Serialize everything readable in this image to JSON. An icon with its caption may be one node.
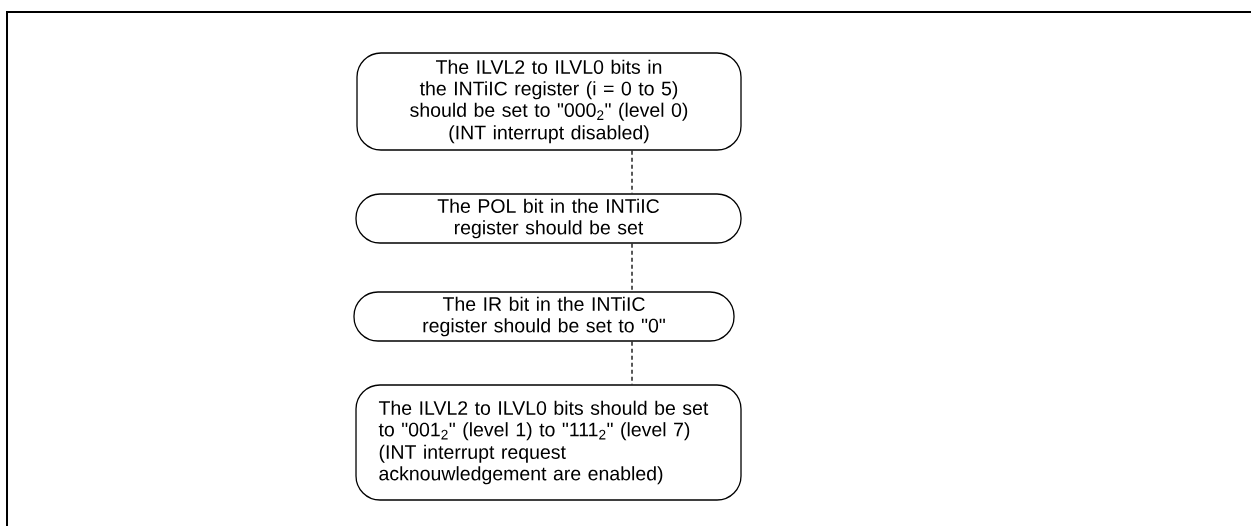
{
  "diagram": {
    "nodes": [
      {
        "text": [
          "The ILVL2 to ILVL0 bits in the INTiIC register (i = 0 to 5) should be set to \"000$_{2}$\" (level 0)",
          "(INT interrupt disabled)"
        ]
      },
      {
        "text": [
          "The POL bit in the INTiIC register should be set"
        ]
      },
      {
        "text": [
          "The IR bit in the INTiIC register should be set to \"0\""
        ]
      },
      {
        "text": [
          "The ILVL2 to ILVL0 bits should be set to \"001$_{2}$\" (level 1) to \"111$_{2}$\" (level 7)",
          "(INT interrupt request acknouwledgement are enabled)"
        ]
      }
    ],
    "edges": [
      {
        "from": 0,
        "to": 1,
        "arrow": "none",
        "style": "dashed"
      },
      {
        "from": 1,
        "to": 2,
        "arrow": "none",
        "style": "dashed"
      },
      {
        "from": 2,
        "to": 3,
        "arrow": "none",
        "style": "dashed"
      }
    ]
  }
}
